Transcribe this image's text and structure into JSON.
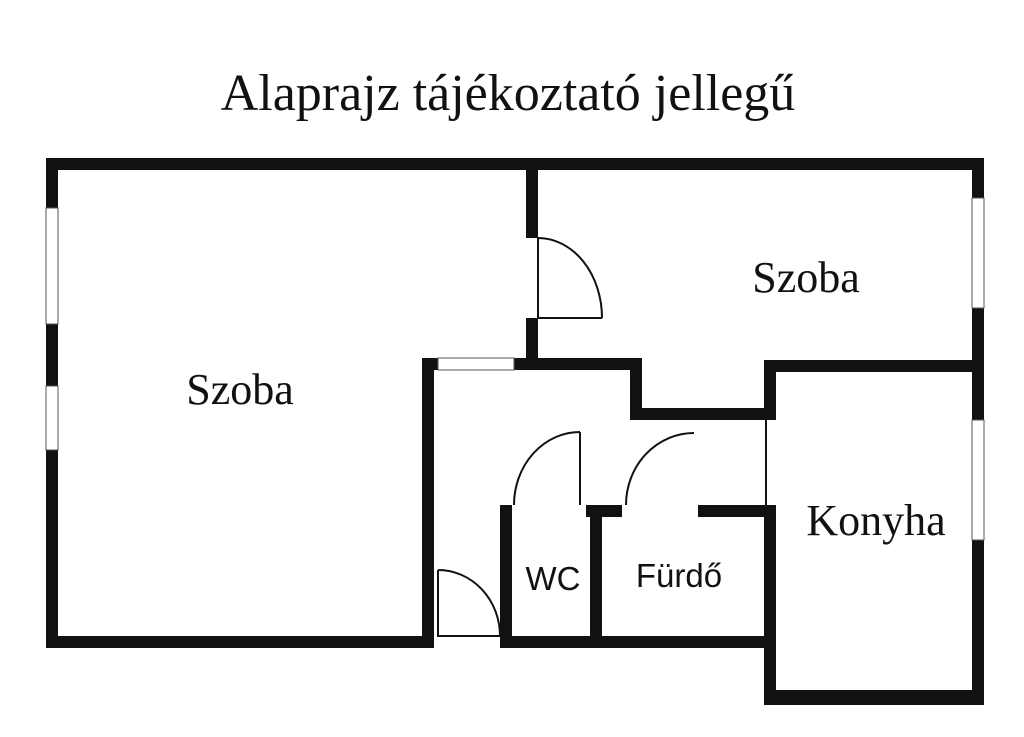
{
  "title": "Alaprajz tájékoztató jellegű",
  "rooms": {
    "living_room": "Szoba",
    "bedroom": "Szoba",
    "kitchen": "Konyha",
    "wc": "WC",
    "bathroom": "Fürdő"
  },
  "colors": {
    "wall": "#111111",
    "background": "#ffffff"
  }
}
